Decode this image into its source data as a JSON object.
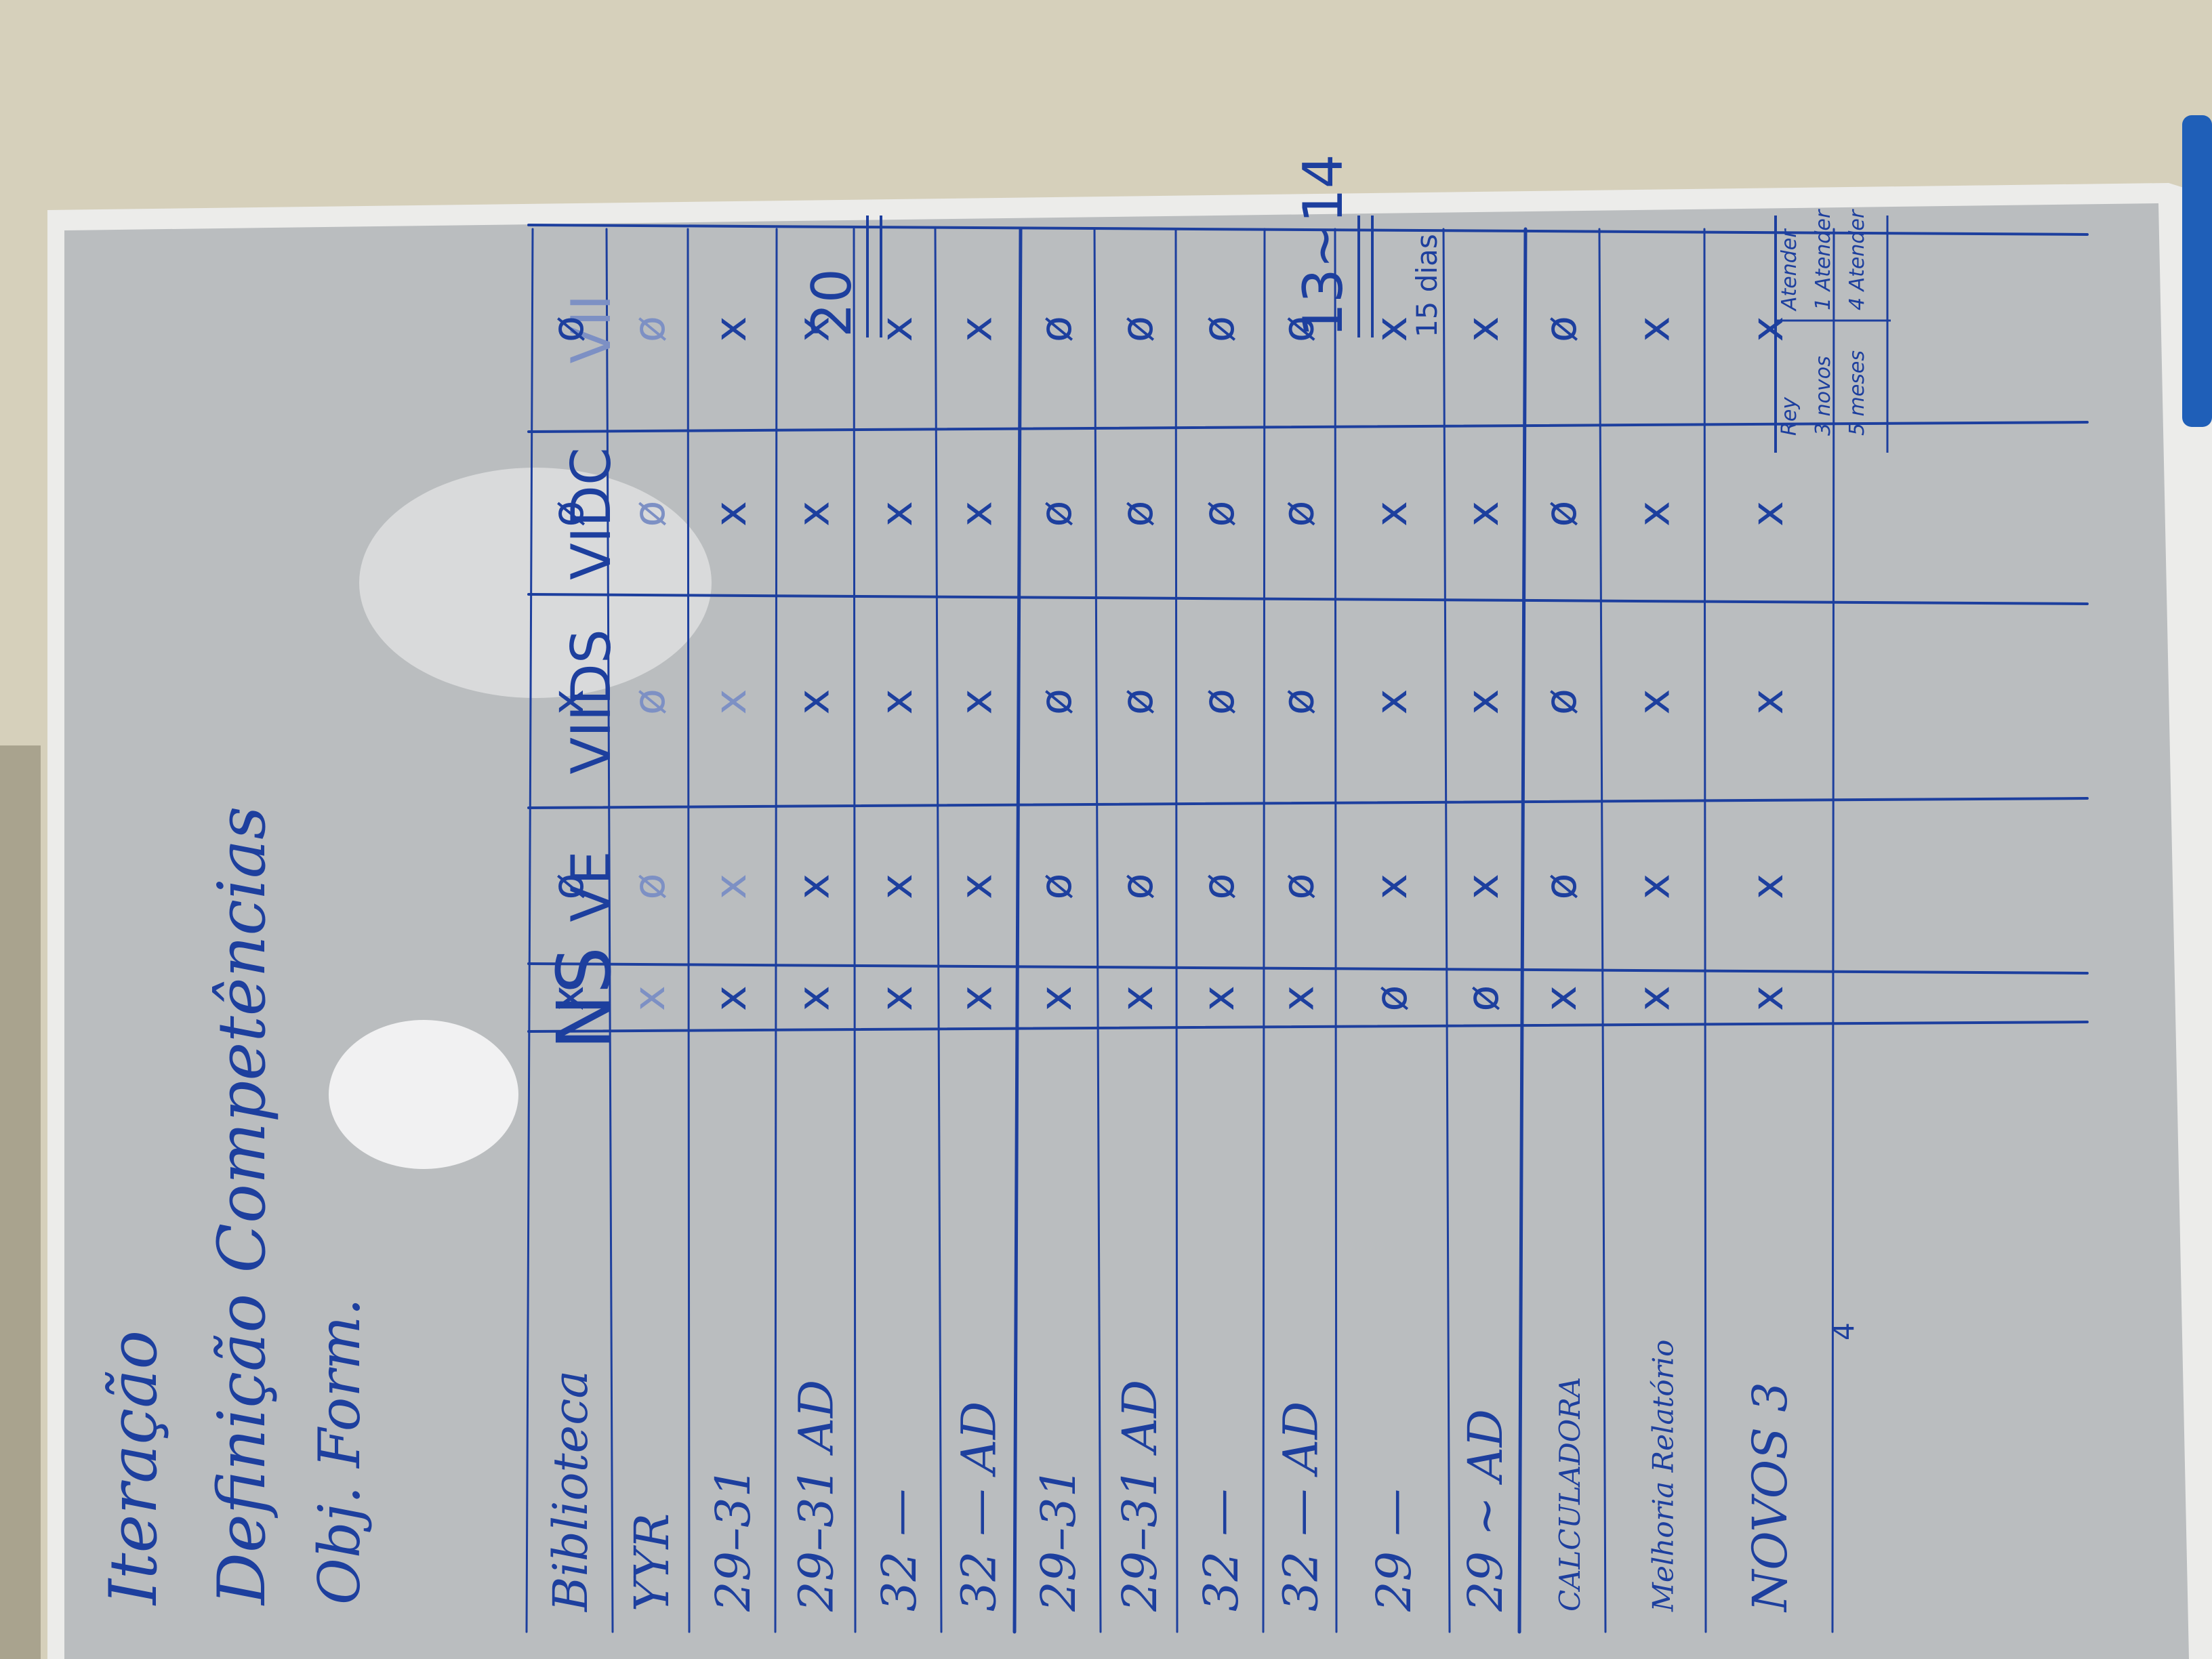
{
  "colors": {
    "wall": "#d8d2bd",
    "board_frame": "#e9e9e6",
    "board_surface": "#b9bcbe",
    "ink": "#1d3f9e",
    "ink_faded": "#7d90c4",
    "eraser": "#1f5fb8"
  },
  "board": {
    "title_lines": [
      "Iteração",
      "Definição Competências",
      "Obj. Form."
    ]
  },
  "grid": {
    "headers": [
      "NS",
      "VE",
      "VIIDS",
      "VIDC",
      "VII"
    ],
    "rows": [
      {
        "label": "Biblioteca",
        "marks": [
          "x",
          "ø",
          "x",
          "ø",
          "ø"
        ]
      },
      {
        "label": "YYR",
        "marks": [
          "x",
          "ø",
          "ø",
          "ø",
          "ø"
        ]
      },
      {
        "label": "29–31",
        "marks": [
          "x",
          "x",
          "x",
          "x",
          "x"
        ]
      },
      {
        "label": "29–31 AD",
        "marks": [
          "x",
          "x",
          "x",
          "x",
          "x"
        ]
      },
      {
        "label": "32 —",
        "marks": [
          "x",
          "x",
          "x",
          "x",
          "x"
        ]
      },
      {
        "label": "32 — AD",
        "marks": [
          "x",
          "x",
          "x",
          "x",
          "x"
        ]
      },
      {
        "label": "29–31",
        "marks": [
          "x",
          "ø",
          "ø",
          "ø",
          "ø"
        ]
      },
      {
        "label": "29–31 AD",
        "marks": [
          "x",
          "ø",
          "ø",
          "ø",
          "ø"
        ]
      },
      {
        "label": "32 —",
        "marks": [
          "x",
          "ø",
          "ø",
          "ø",
          "ø"
        ]
      },
      {
        "label": "32 — AD",
        "marks": [
          "x",
          "ø",
          "ø",
          "ø",
          "ø"
        ]
      },
      {
        "label": "29 —",
        "marks": [
          "ø",
          "x",
          "x",
          "x",
          "x"
        ]
      },
      {
        "label": "29 ~ AD",
        "marks": [
          "ø",
          "x",
          "x",
          "x",
          "x"
        ]
      },
      {
        "label": "CALCULADORA",
        "marks": [
          "x",
          "ø",
          "ø",
          "ø",
          "ø"
        ]
      },
      {
        "label": "Melhoria Relatório",
        "marks": [
          "x",
          "x",
          "x",
          "x",
          "x"
        ]
      },
      {
        "label": "NOVOS 3",
        "marks": [
          "x",
          "x",
          "x",
          "x",
          "x"
        ]
      }
    ],
    "row_note": "4"
  },
  "totals": [
    {
      "value": "20"
    },
    {
      "value": "13~14"
    },
    {
      "value": "15 dias"
    }
  ],
  "legend": {
    "col1": [
      "Rey",
      "3 novos",
      "5 meses"
    ],
    "col2": [
      "Atender",
      "1 Atender",
      "4 Atender"
    ]
  }
}
